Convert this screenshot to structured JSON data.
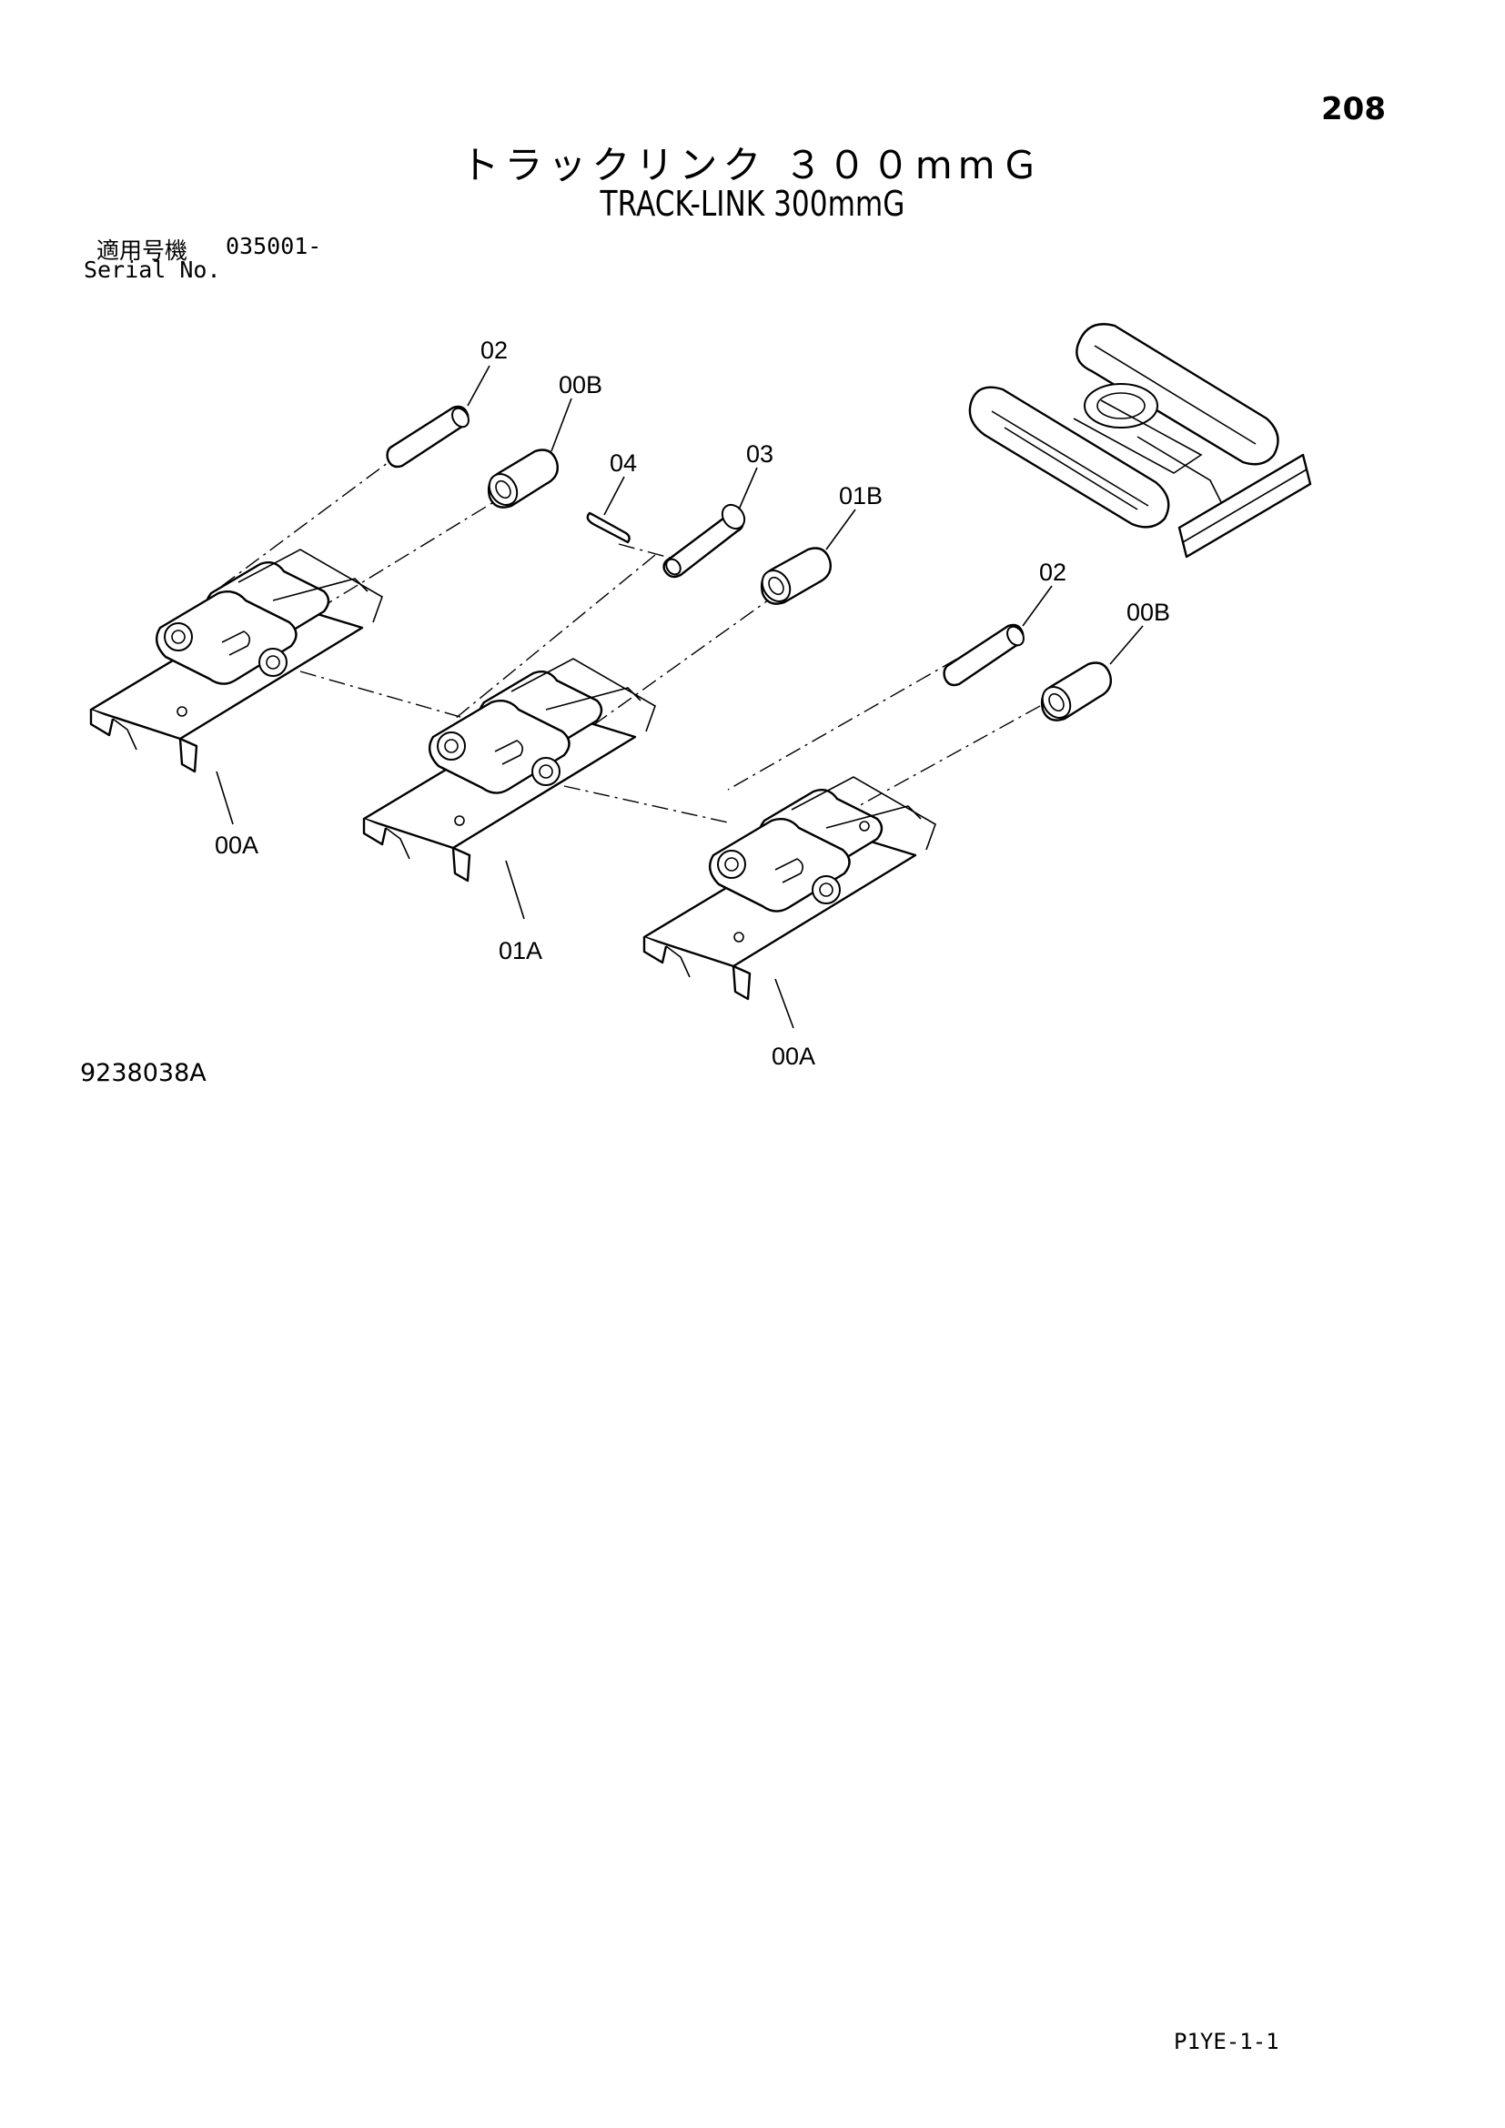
{
  "page_number": "208",
  "title_jp": "トラックリンク ３００mmＧ",
  "title_en": "TRACK-LINK 300mmG",
  "serial": {
    "label_jp": "適用号機",
    "value": "035001-",
    "label_en": "Serial No."
  },
  "callouts": [
    "02",
    "00B",
    "04",
    "03",
    "01B",
    "02",
    "00B",
    "00A",
    "01A",
    "00A"
  ],
  "drawing_id": "9238038A",
  "page_code": "P1YE-1-1"
}
